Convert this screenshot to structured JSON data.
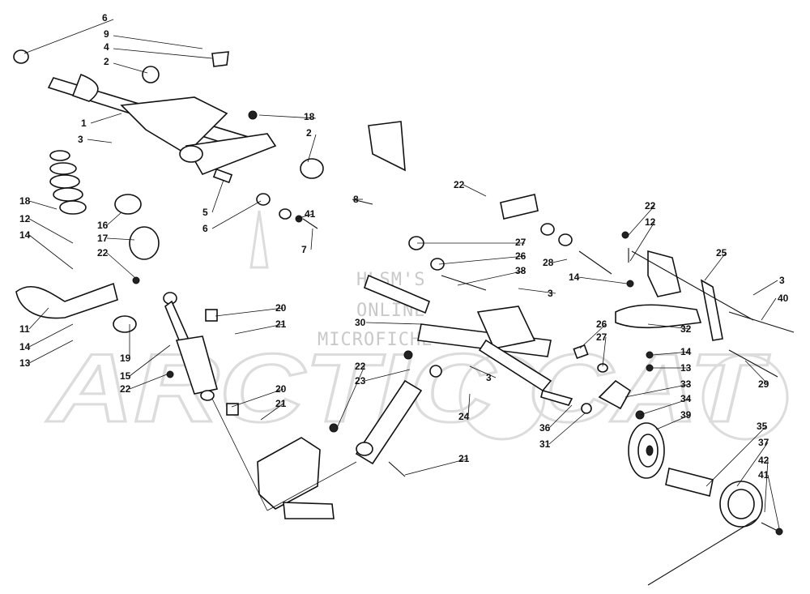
{
  "diagram": {
    "watermark": {
      "lines": [
        "HLSM'S",
        "ONLINE",
        "MICROFICHE"
      ],
      "logo": "ARCTIC CAT"
    },
    "callouts": [
      "6",
      "9",
      "4",
      "2",
      "1",
      "3",
      "18",
      "2",
      "8",
      "5",
      "6",
      "41",
      "7",
      "18",
      "12",
      "14",
      "16",
      "17",
      "22",
      "11",
      "14",
      "13",
      "20",
      "21",
      "19",
      "15",
      "22",
      "20",
      "21",
      "22",
      "27",
      "26",
      "38",
      "30",
      "3",
      "22",
      "23",
      "3",
      "24",
      "36",
      "31",
      "21",
      "28",
      "14",
      "22",
      "12",
      "25",
      "3",
      "40",
      "26",
      "27",
      "13",
      "32",
      "14",
      "33",
      "34",
      "39",
      "29",
      "35",
      "37",
      "42",
      "41"
    ]
  }
}
